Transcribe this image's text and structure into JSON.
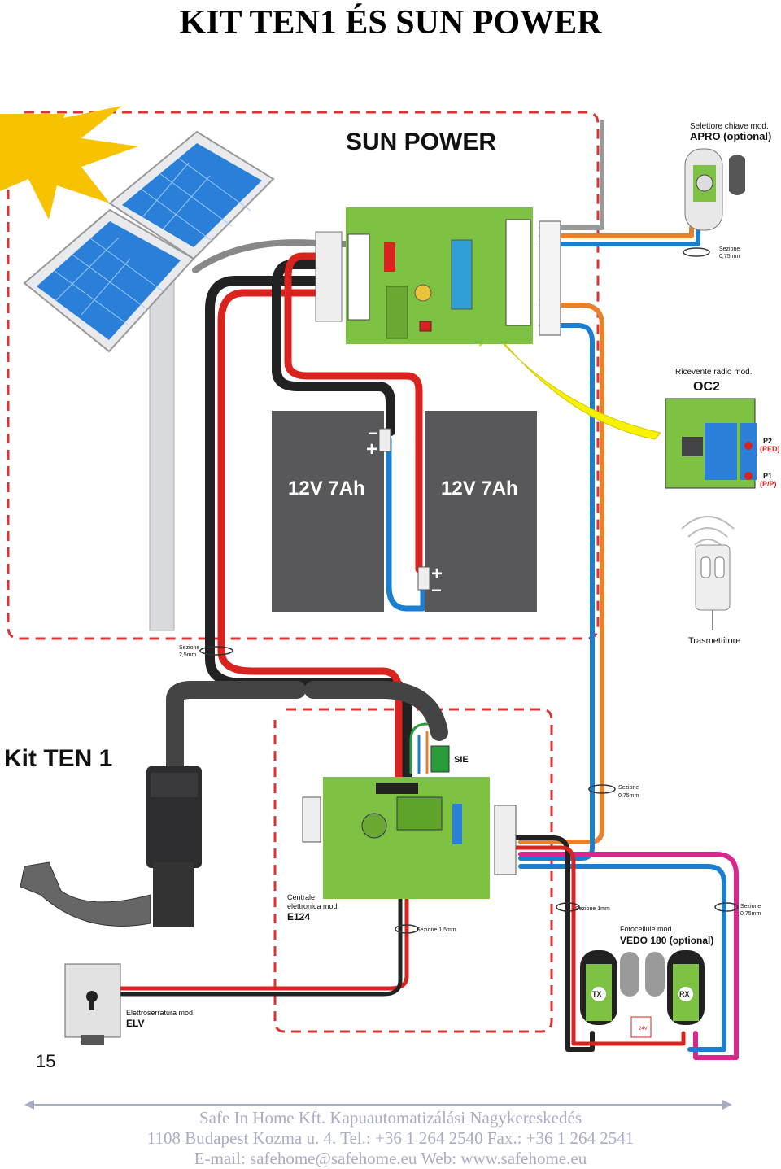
{
  "title": "KIT TEN1 ÉS SUN POWER",
  "sun_power": {
    "title": "SUN POWER",
    "battery_label": "12V 7Ah",
    "minus": "−",
    "plus": "+"
  },
  "kit_ten1": {
    "title": "Kit TEN 1"
  },
  "apro": {
    "line1": "Selettore chiave mod.",
    "line2": "APRO (optional)"
  },
  "oc2": {
    "line1": "Ricevente radio mod.",
    "line2": "OC2",
    "p2": "P2",
    "p2_sub": "(PED)",
    "p1": "P1",
    "p1_sub": "(P/P)"
  },
  "transmitter": {
    "label": "Trasmettitore"
  },
  "e124": {
    "line1": "Centrale",
    "line2": "elettronica mod.",
    "line3": "E124"
  },
  "sie": {
    "label": "SIE"
  },
  "vedo": {
    "line1": "Fotocellule mod.",
    "line2": "VEDO 180 (optional)",
    "tx": "TX",
    "rx": "RX",
    "v24": "24V"
  },
  "elv": {
    "line1": "Elettroserratura mod.",
    "line2": "ELV"
  },
  "sections": {
    "s075a_1": "Sezione",
    "s075a_2": "0,75mm",
    "s25_1": "Sezione",
    "s25_2": "2,5mm",
    "s075b_1": "Sezione",
    "s075b_2": "0,75mm",
    "s1mm": "Sezione 1mm",
    "s075c_1": "Sezione",
    "s075c_2": "0,75mm",
    "s15": "Sezione 1,5mm"
  },
  "page_number": "15",
  "footer": {
    "line1": "Safe In Home Kft. Kapuautomatizálási Nagykereskedés",
    "line2": "1108 Budapest Kozma u. 4.    Tel.: +36 1 264 2540 Fax.: +36 1 264 2541",
    "line3": "E-mail: safehome@safehome.eu  Web: www.safehome.eu"
  },
  "colors": {
    "red": "#d8231f",
    "black": "#222222",
    "blue": "#1a7fd0",
    "orange": "#e8812a",
    "magenta": "#d8278f",
    "board_green": "#7dc243",
    "battery": "#58585a",
    "solar": "#2a7fd8",
    "sun": "#f7c200",
    "footer_text": "#a8adc6"
  }
}
